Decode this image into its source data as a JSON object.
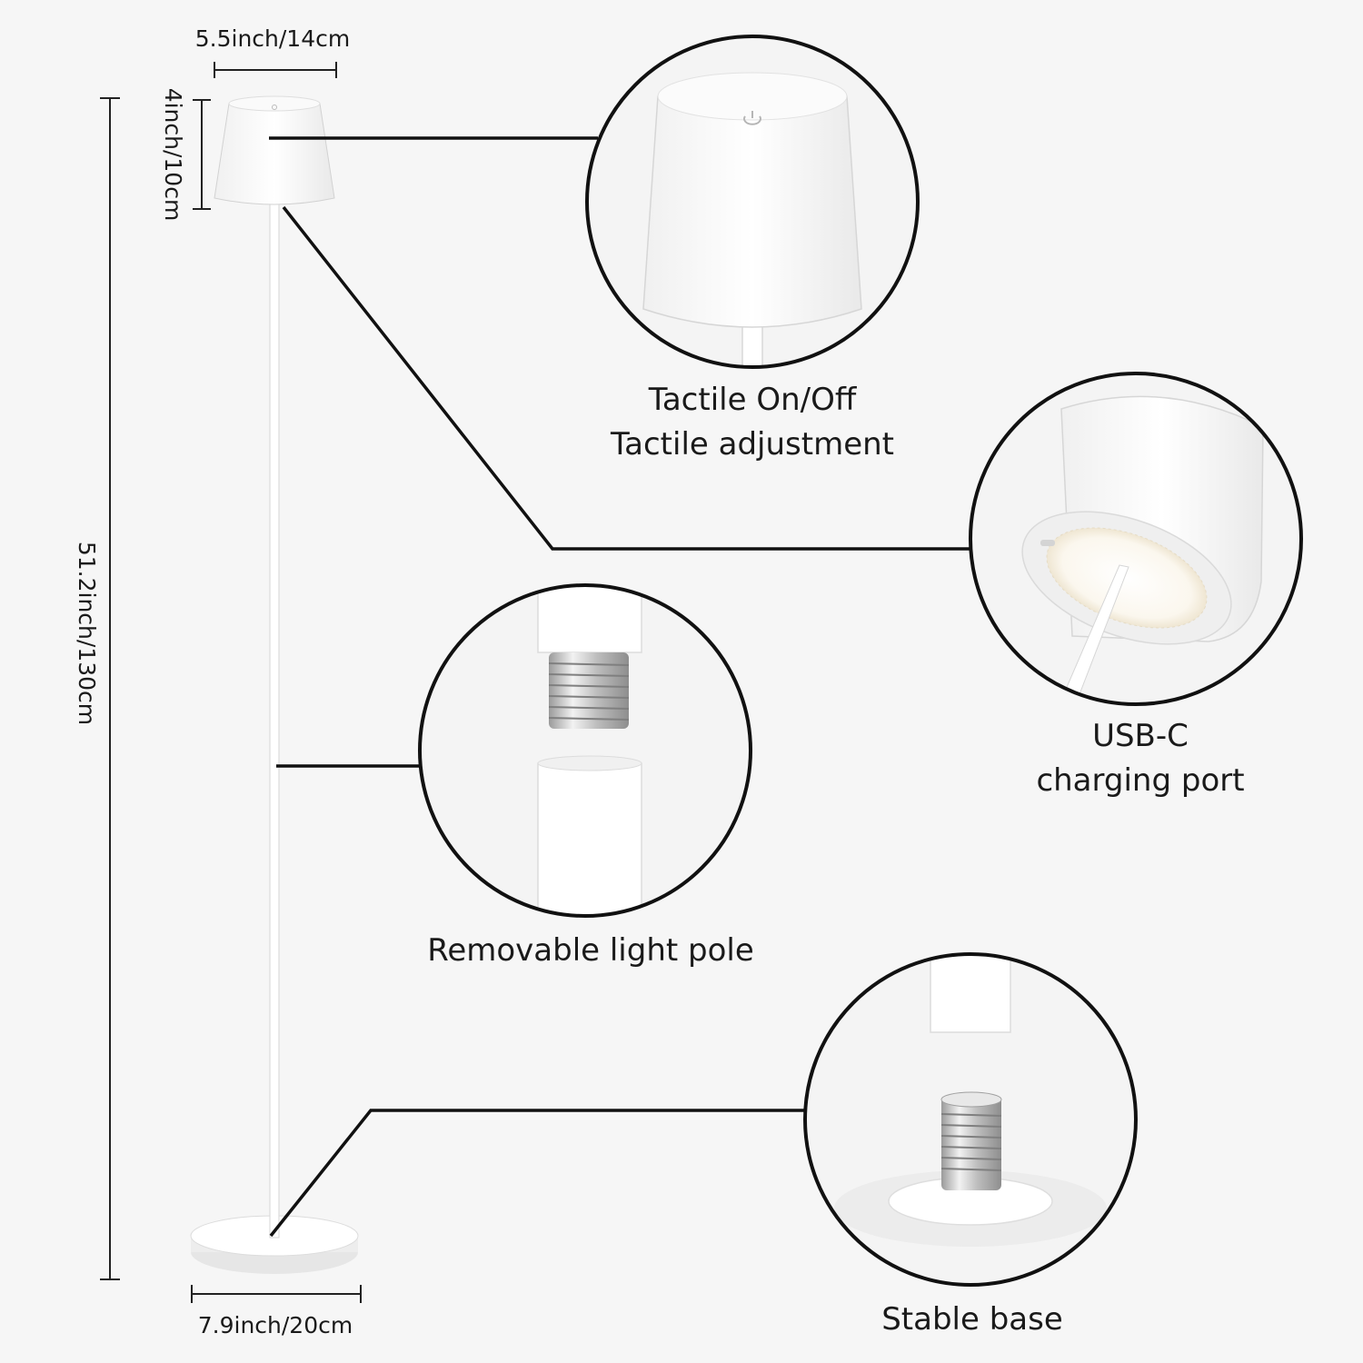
{
  "dimensions": {
    "shade_width": "5.5inch/14cm",
    "shade_height": "4inch/10cm",
    "total_height": "51.2inch/130cm",
    "base_width": "7.9inch/20cm"
  },
  "callouts": {
    "touch": {
      "line1": "Tactile On/Off",
      "line2": "Tactile adjustment",
      "icon": "touch-power-icon"
    },
    "charging": {
      "line1": "USB-C",
      "line2": "charging port"
    },
    "pole": {
      "label": "Removable light pole"
    },
    "base": {
      "label": "Stable base"
    }
  },
  "colors": {
    "background": "#f6f6f6",
    "lamp": "#ffffff",
    "line": "#111111",
    "metal": "#c9c9c9"
  }
}
